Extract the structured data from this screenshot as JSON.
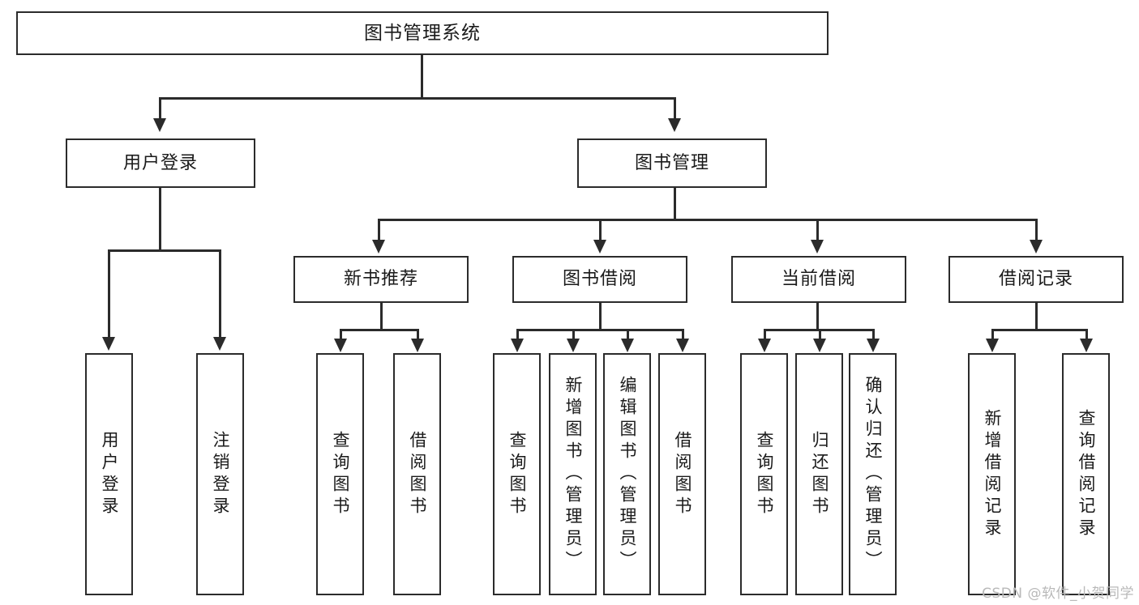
{
  "diagram": {
    "type": "tree-hierarchy-diagram",
    "title": "图书管理系统",
    "watermark": "CSDN @软件_小贺同学",
    "colors": {
      "box_border": "#2b2b2b",
      "box_fill": "#ffffff",
      "text": "#1a1a1a",
      "connector": "#2b2b2b",
      "watermark": "#b9b9b9",
      "background": "#ffffff"
    },
    "root": {
      "label": "图书管理系统"
    },
    "level1": [
      {
        "label": "用户登录"
      },
      {
        "label": "图书管理"
      }
    ],
    "level2": [
      {
        "label": "新书推荐"
      },
      {
        "label": "图书借阅"
      },
      {
        "label": "当前借阅"
      },
      {
        "label": "借阅记录"
      }
    ],
    "leaves": {
      "user_login": [
        {
          "label": "用户登录"
        },
        {
          "label": "注销登录"
        }
      ],
      "new_book_recommend": [
        {
          "label": "查询图书"
        },
        {
          "label": "借阅图书"
        }
      ],
      "book_borrow": [
        {
          "label": "查询图书"
        },
        {
          "label": "新增图书（管理员）"
        },
        {
          "label": "编辑图书（管理员）"
        },
        {
          "label": "借阅图书"
        }
      ],
      "current_borrow": [
        {
          "label": "查询图书"
        },
        {
          "label": "归还图书"
        },
        {
          "label": "确认归还（管理员）"
        }
      ],
      "borrow_record": [
        {
          "label": "新增借阅记录"
        },
        {
          "label": "查询借阅记录"
        }
      ]
    }
  }
}
